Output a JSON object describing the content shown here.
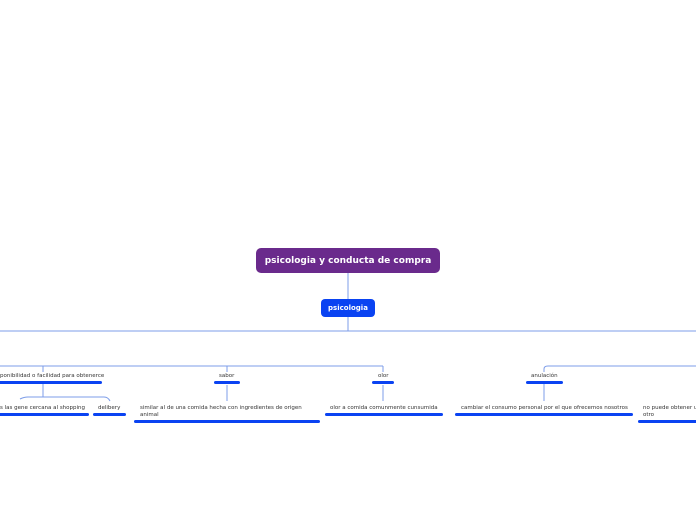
{
  "root": {
    "label": "psicologia y conducta de compra"
  },
  "main": {
    "label": "psicologia"
  },
  "topics": {
    "disponibilidad": "ponibilidad o facilidad para obtenerce",
    "tiendas": "s las gene cercana al shopping",
    "delivery": "delibery",
    "sabor": "sabor",
    "sabor_desc": "similar al de una comida hecha con ingredientes de origen animal",
    "olor": "olor",
    "olor_desc": "olor a comida comunmente cunsumida",
    "anulacion": "anulación",
    "anulacion_desc": "cambiar el consumo personal por el que ofrecemos nosotros",
    "otro": "no puede obtener un otro"
  },
  "colors": {
    "root": "#6a2a8c",
    "main": "#0a43f2",
    "line": "#0a43f2",
    "connector": "#7c9ce8"
  }
}
